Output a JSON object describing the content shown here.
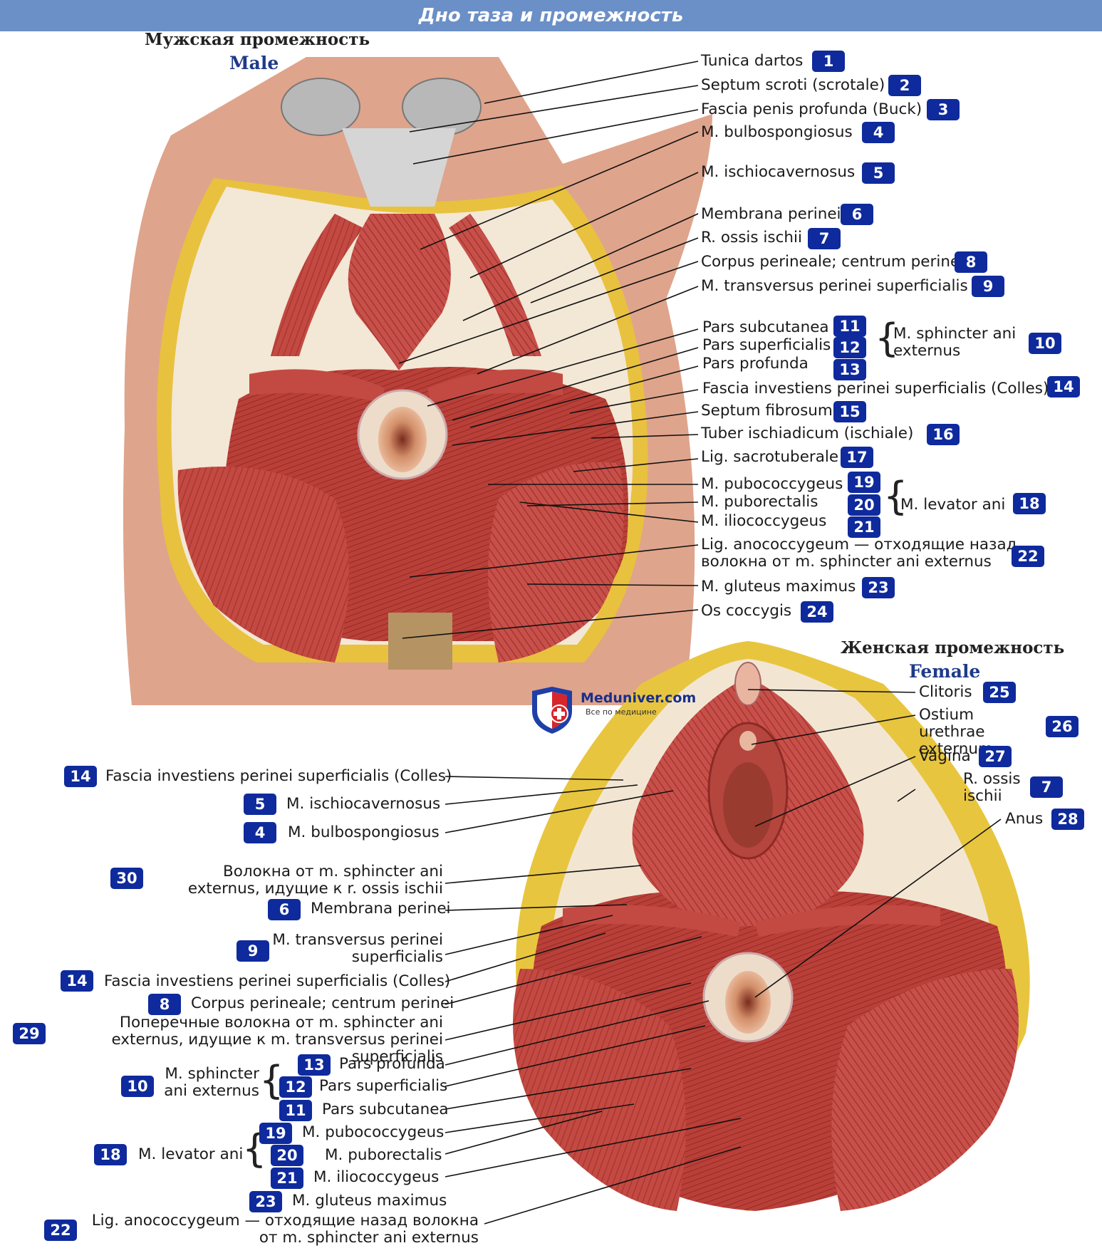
{
  "banner": {
    "title": "Дно таза и промежность"
  },
  "male": {
    "title_ru": "Мужская промежность",
    "title_en": "Male"
  },
  "female": {
    "title_ru": "Женская промежность",
    "title_en": "Female"
  },
  "logo": {
    "name": "Meduniver.com",
    "tagline": "Все по медицине"
  },
  "labels": [
    {
      "id": "m1",
      "num": "1",
      "text": "Tunica dartos"
    },
    {
      "id": "m2",
      "num": "2",
      "text": "Septum scroti (scrotale)"
    },
    {
      "id": "m3",
      "num": "3",
      "text": "Fascia penis profunda (Buck)"
    },
    {
      "id": "m4",
      "num": "4",
      "text": "M. bulbospongiosus"
    },
    {
      "id": "m5",
      "num": "5",
      "text": "M. ischiocavernosus"
    },
    {
      "id": "m6",
      "num": "6",
      "text": "Membrana perinei"
    },
    {
      "id": "m7",
      "num": "7",
      "text": "R. ossis ischii"
    },
    {
      "id": "m8",
      "num": "8",
      "text": "Corpus perineale; centrum perinei"
    },
    {
      "id": "m9",
      "num": "9",
      "text": "M. transversus perinei superficialis"
    },
    {
      "id": "m11",
      "num": "11",
      "text": "Pars subcutanea"
    },
    {
      "id": "m12",
      "num": "12",
      "text": "Pars superficialis"
    },
    {
      "id": "m13",
      "num": "13",
      "text": "Pars profunda"
    },
    {
      "id": "m10",
      "num": "10",
      "text": "M. sphincter ani externus"
    },
    {
      "id": "m14",
      "num": "14",
      "text": "Fascia investiens perinei superficialis (Colles)"
    },
    {
      "id": "m15",
      "num": "15",
      "text": "Septum fibrosum"
    },
    {
      "id": "m16",
      "num": "16",
      "text": "Tuber ischiadicum (ischiale)"
    },
    {
      "id": "m17",
      "num": "17",
      "text": "Lig. sacrotuberale"
    },
    {
      "id": "m19",
      "num": "19",
      "text": "M. pubococcygeus"
    },
    {
      "id": "m20",
      "num": "20",
      "text": "M. puborectalis"
    },
    {
      "id": "m21",
      "num": "21",
      "text": "M. iliococcygeus"
    },
    {
      "id": "m18",
      "num": "18",
      "text": "M. levator ani"
    },
    {
      "id": "m22",
      "num": "22",
      "text": "Lig. anococcygeum — отходящие назад волокна от m. sphincter ani externus"
    },
    {
      "id": "m23",
      "num": "23",
      "text": "M. gluteus maximus"
    },
    {
      "id": "m24",
      "num": "24",
      "text": "Os coccygis"
    },
    {
      "id": "f25",
      "num": "25",
      "text": "Clitoris"
    },
    {
      "id": "f26",
      "num": "26",
      "text": "Ostium urethrae externum"
    },
    {
      "id": "f27",
      "num": "27",
      "text": "Vagina"
    },
    {
      "id": "f7",
      "num": "7",
      "text": "R. ossis ischii"
    },
    {
      "id": "f28",
      "num": "28",
      "text": "Anus"
    },
    {
      "id": "f14a",
      "num": "14",
      "text": "Fascia investiens perinei superficialis (Colles)"
    },
    {
      "id": "f5",
      "num": "5",
      "text": "M. ischiocavernosus"
    },
    {
      "id": "f4",
      "num": "4",
      "text": "M. bulbospongiosus"
    },
    {
      "id": "f30",
      "num": "30",
      "text": "Волокна от m. sphincter ani externus, идущие к r. ossis ischii"
    },
    {
      "id": "f6",
      "num": "6",
      "text": "Membrana perinei"
    },
    {
      "id": "f9",
      "num": "9",
      "text": "M. transversus perinei superficialis"
    },
    {
      "id": "f14b",
      "num": "14",
      "text": "Fascia investiens perinei superficialis (Colles)"
    },
    {
      "id": "f8",
      "num": "8",
      "text": "Corpus perineale; centrum perinei"
    },
    {
      "id": "f29",
      "num": "29",
      "text": "Поперечные волокна от m. sphincter ani externus, идущие к m. transversus perinei superficialis"
    },
    {
      "id": "f10",
      "num": "10",
      "text": "M. sphincter ani externus"
    },
    {
      "id": "f13",
      "num": "13",
      "text": "Pars profunda"
    },
    {
      "id": "f12",
      "num": "12",
      "text": "Pars superficialis"
    },
    {
      "id": "f11",
      "num": "11",
      "text": "Pars subcutanea"
    },
    {
      "id": "f18",
      "num": "18",
      "text": "M. levator ani"
    },
    {
      "id": "f19",
      "num": "19",
      "text": "M. pubococcygeus"
    },
    {
      "id": "f20",
      "num": "20",
      "text": "M. puborectalis"
    },
    {
      "id": "f21",
      "num": "21",
      "text": "M. iliococcygeus"
    },
    {
      "id": "f23",
      "num": "23",
      "text": "M. gluteus maximus"
    },
    {
      "id": "f22",
      "num": "22",
      "text": "Lig. anococcygeum — отходящие назад волокна от m. sphincter ani externus"
    }
  ],
  "colors": {
    "banner": "#6b8fc7",
    "badge": "#0f2a9c",
    "muscle": "#c0423c",
    "muscle_dark": "#8e2620",
    "skin": "#dfa48c",
    "fat": "#e9c64a",
    "fascia": "#e9ddd2"
  }
}
